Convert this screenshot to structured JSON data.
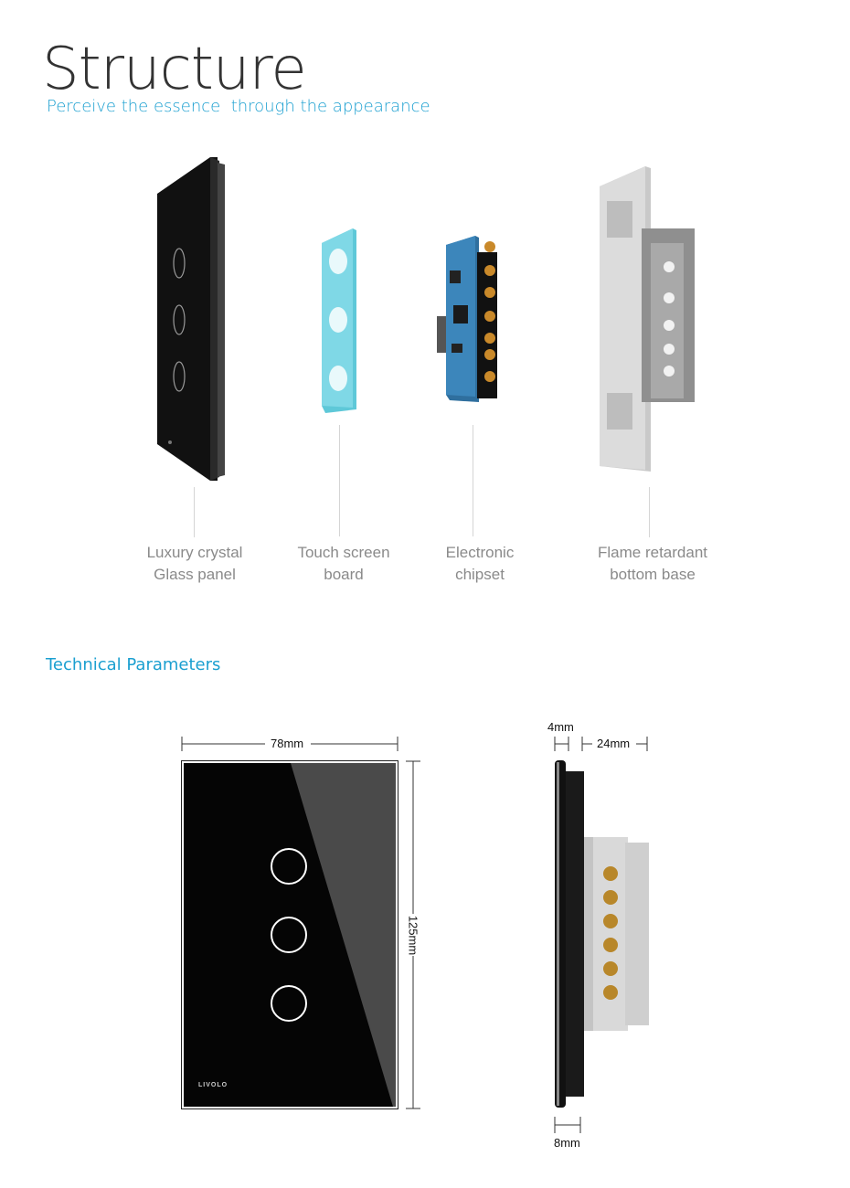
{
  "header": {
    "title": "Structure",
    "subtitle": "Perceive the essence  through the appearance"
  },
  "components": [
    {
      "line1": "Luxury crystal",
      "line2": "Glass panel"
    },
    {
      "line1": "Touch screen",
      "line2": "board"
    },
    {
      "line1": "Electronic",
      "line2": "chipset"
    },
    {
      "line1": "Flame retardant",
      "line2": "bottom base"
    }
  ],
  "tech": {
    "title": "Technical Parameters",
    "width": "78mm",
    "height": "125mm",
    "glass_thickness": "4mm",
    "box_depth": "24mm",
    "panel_depth": "8mm",
    "brand": "LIVOLO"
  }
}
